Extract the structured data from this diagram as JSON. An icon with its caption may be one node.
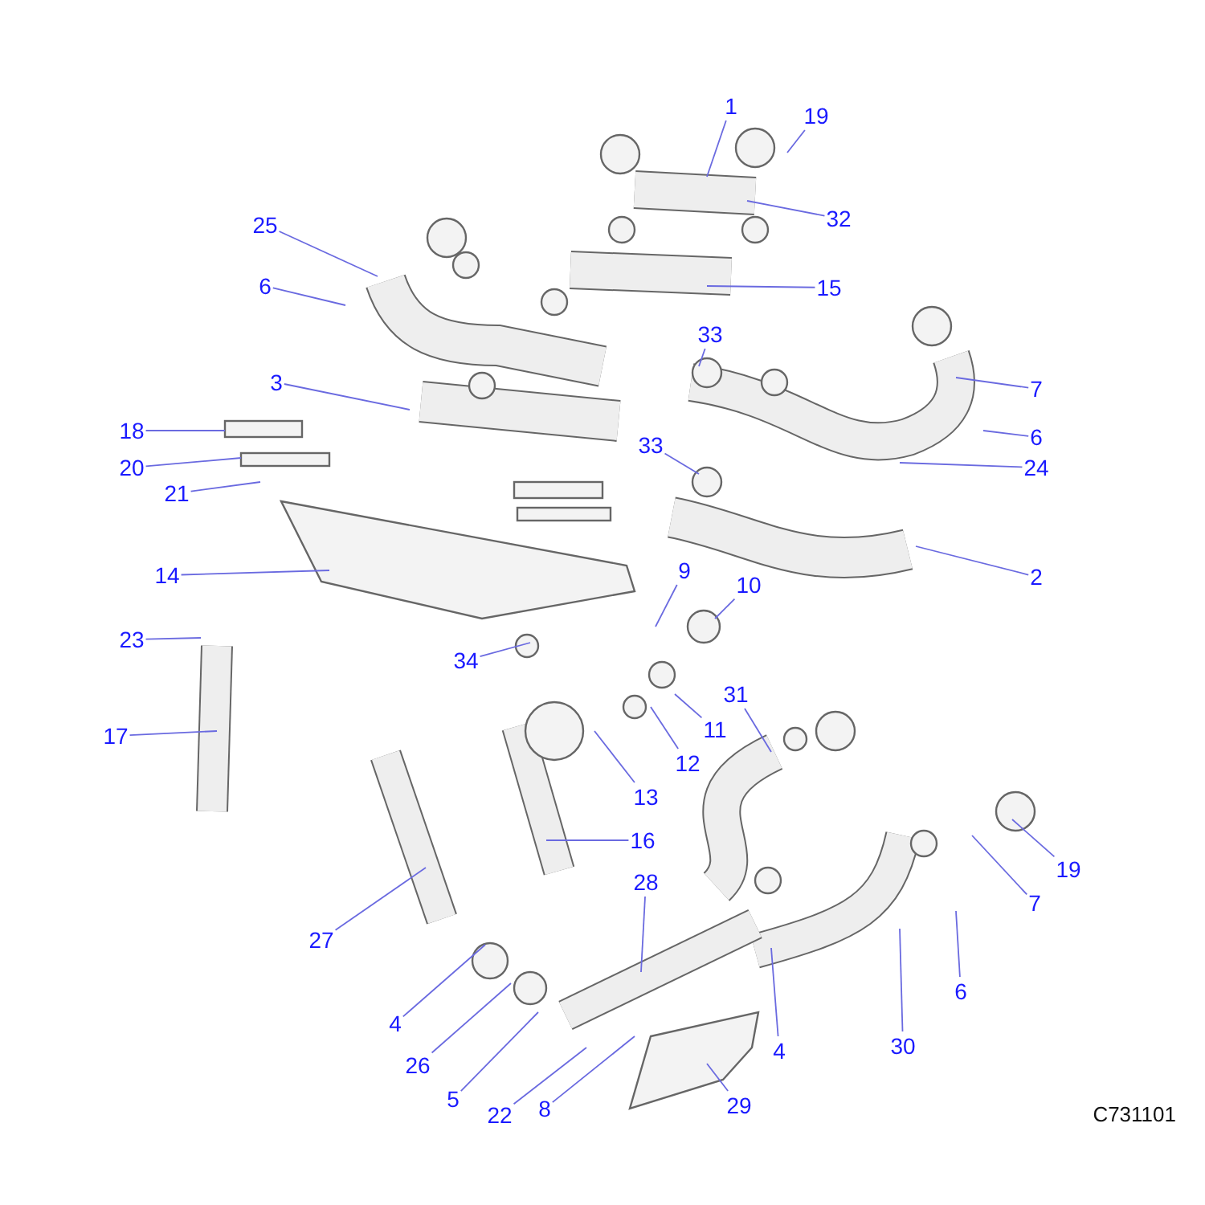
{
  "diagram": {
    "nodes": [
      {
        "text": [
          "1"
        ]
      },
      {
        "text": [
          "19"
        ]
      },
      {
        "text": [
          "32"
        ]
      },
      {
        "text": [
          "25"
        ]
      },
      {
        "text": [
          "15"
        ]
      },
      {
        "text": [
          "6"
        ]
      },
      {
        "text": [
          "33"
        ]
      },
      {
        "text": [
          "3"
        ]
      },
      {
        "text": [
          "7"
        ]
      },
      {
        "text": [
          "18"
        ]
      },
      {
        "text": [
          "6"
        ]
      },
      {
        "text": [
          "20"
        ]
      },
      {
        "text": [
          "24"
        ]
      },
      {
        "text": [
          "33"
        ]
      },
      {
        "text": [
          "21"
        ]
      },
      {
        "text": [
          "2"
        ]
      },
      {
        "text": [
          "14"
        ]
      },
      {
        "text": [
          "9"
        ]
      },
      {
        "text": [
          "10"
        ]
      },
      {
        "text": [
          "23"
        ]
      },
      {
        "text": [
          "34"
        ]
      },
      {
        "text": [
          "11"
        ]
      },
      {
        "text": [
          "31"
        ]
      },
      {
        "text": [
          "12"
        ]
      },
      {
        "text": [
          "17"
        ]
      },
      {
        "text": [
          "13"
        ]
      },
      {
        "text": [
          "16"
        ]
      },
      {
        "text": [
          "19"
        ]
      },
      {
        "text": [
          "28"
        ]
      },
      {
        "text": [
          "7"
        ]
      },
      {
        "text": [
          "27"
        ]
      },
      {
        "text": [
          "6"
        ]
      },
      {
        "text": [
          "30"
        ]
      },
      {
        "text": [
          "4"
        ]
      },
      {
        "text": [
          "4"
        ]
      },
      {
        "text": [
          "26"
        ]
      },
      {
        "text": [
          "5"
        ]
      },
      {
        "text": [
          "22"
        ]
      },
      {
        "text": [
          "8"
        ]
      },
      {
        "text": [
          "29"
        ]
      }
    ],
    "edges": [
      {
        "from": 0,
        "to": null,
        "arrow": "none"
      },
      {
        "from": 1,
        "to": null,
        "arrow": "none"
      },
      {
        "from": 2,
        "to": null,
        "arrow": "none"
      },
      {
        "from": 3,
        "to": null,
        "arrow": "none"
      },
      {
        "from": 4,
        "to": null,
        "arrow": "none"
      },
      {
        "from": 5,
        "to": null,
        "arrow": "none"
      },
      {
        "from": 6,
        "to": null,
        "arrow": "none"
      },
      {
        "from": 7,
        "to": null,
        "arrow": "none"
      },
      {
        "from": 8,
        "to": null,
        "arrow": "none"
      },
      {
        "from": 9,
        "to": null,
        "arrow": "none"
      },
      {
        "from": 10,
        "to": null,
        "arrow": "none"
      },
      {
        "from": 11,
        "to": null,
        "arrow": "none"
      },
      {
        "from": 12,
        "to": null,
        "arrow": "none"
      },
      {
        "from": 13,
        "to": null,
        "arrow": "none"
      },
      {
        "from": 14,
        "to": null,
        "arrow": "none"
      },
      {
        "from": 15,
        "to": null,
        "arrow": "none"
      },
      {
        "from": 16,
        "to": null,
        "arrow": "none"
      },
      {
        "from": 17,
        "to": null,
        "arrow": "none"
      },
      {
        "from": 18,
        "to": null,
        "arrow": "none"
      },
      {
        "from": 19,
        "to": null,
        "arrow": "none"
      },
      {
        "from": 20,
        "to": null,
        "arrow": "none"
      },
      {
        "from": 21,
        "to": null,
        "arrow": "none"
      },
      {
        "from": 22,
        "to": null,
        "arrow": "none"
      },
      {
        "from": 23,
        "to": null,
        "arrow": "none"
      },
      {
        "from": 24,
        "to": null,
        "arrow": "none"
      },
      {
        "from": 25,
        "to": null,
        "arrow": "none"
      },
      {
        "from": 26,
        "to": null,
        "arrow": "none"
      },
      {
        "from": 27,
        "to": null,
        "arrow": "none"
      },
      {
        "from": 28,
        "to": null,
        "arrow": "none"
      },
      {
        "from": 29,
        "to": null,
        "arrow": "none"
      },
      {
        "from": 30,
        "to": null,
        "arrow": "none"
      },
      {
        "from": 31,
        "to": null,
        "arrow": "none"
      },
      {
        "from": 32,
        "to": null,
        "arrow": "none"
      },
      {
        "from": 33,
        "to": null,
        "arrow": "none"
      },
      {
        "from": 34,
        "to": null,
        "arrow": "none"
      },
      {
        "from": 35,
        "to": null,
        "arrow": "none"
      },
      {
        "from": 36,
        "to": null,
        "arrow": "none"
      },
      {
        "from": 37,
        "to": null,
        "arrow": "none"
      },
      {
        "from": 38,
        "to": null,
        "arrow": "none"
      },
      {
        "from": 39,
        "to": null,
        "arrow": "none"
      }
    ],
    "labels": [
      "C731101"
    ]
  }
}
